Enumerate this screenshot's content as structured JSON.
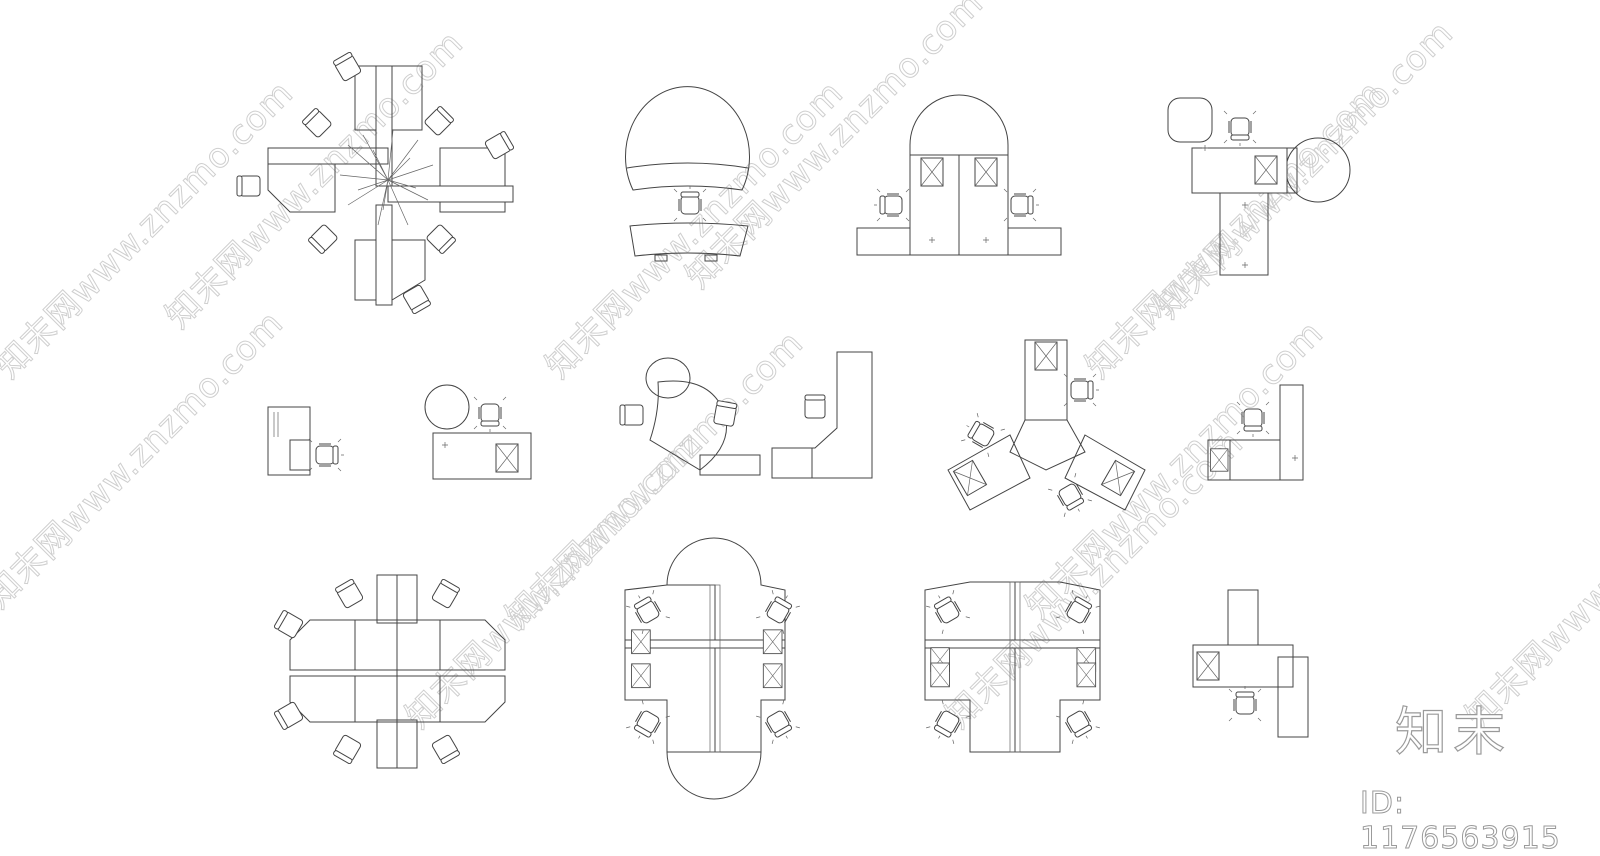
{
  "watermark": {
    "text": "知末网www.znzmo.com",
    "color": "#cfcfcf"
  },
  "brand": {
    "logo_text": "知末",
    "id_text": "ID: 1176563915"
  },
  "layouts": [
    {
      "name": "four-way-cluster-with-plant"
    },
    {
      "name": "reception-arc-desk"
    },
    {
      "name": "twin-desk-with-arch"
    },
    {
      "name": "desk-with-round-table"
    },
    {
      "name": "compact-desk"
    },
    {
      "name": "desk-with-round-side-table"
    },
    {
      "name": "curved-workstation-and-l-desk"
    },
    {
      "name": "three-way-y-cluster"
    },
    {
      "name": "l-shaped-desk"
    },
    {
      "name": "four-way-cluster"
    },
    {
      "name": "rounded-end-workstation-cluster"
    },
    {
      "name": "quad-workstation-cluster"
    },
    {
      "name": "t-shaped-desk"
    }
  ],
  "colors": {
    "line": "#444444",
    "background": "#ffffff"
  }
}
